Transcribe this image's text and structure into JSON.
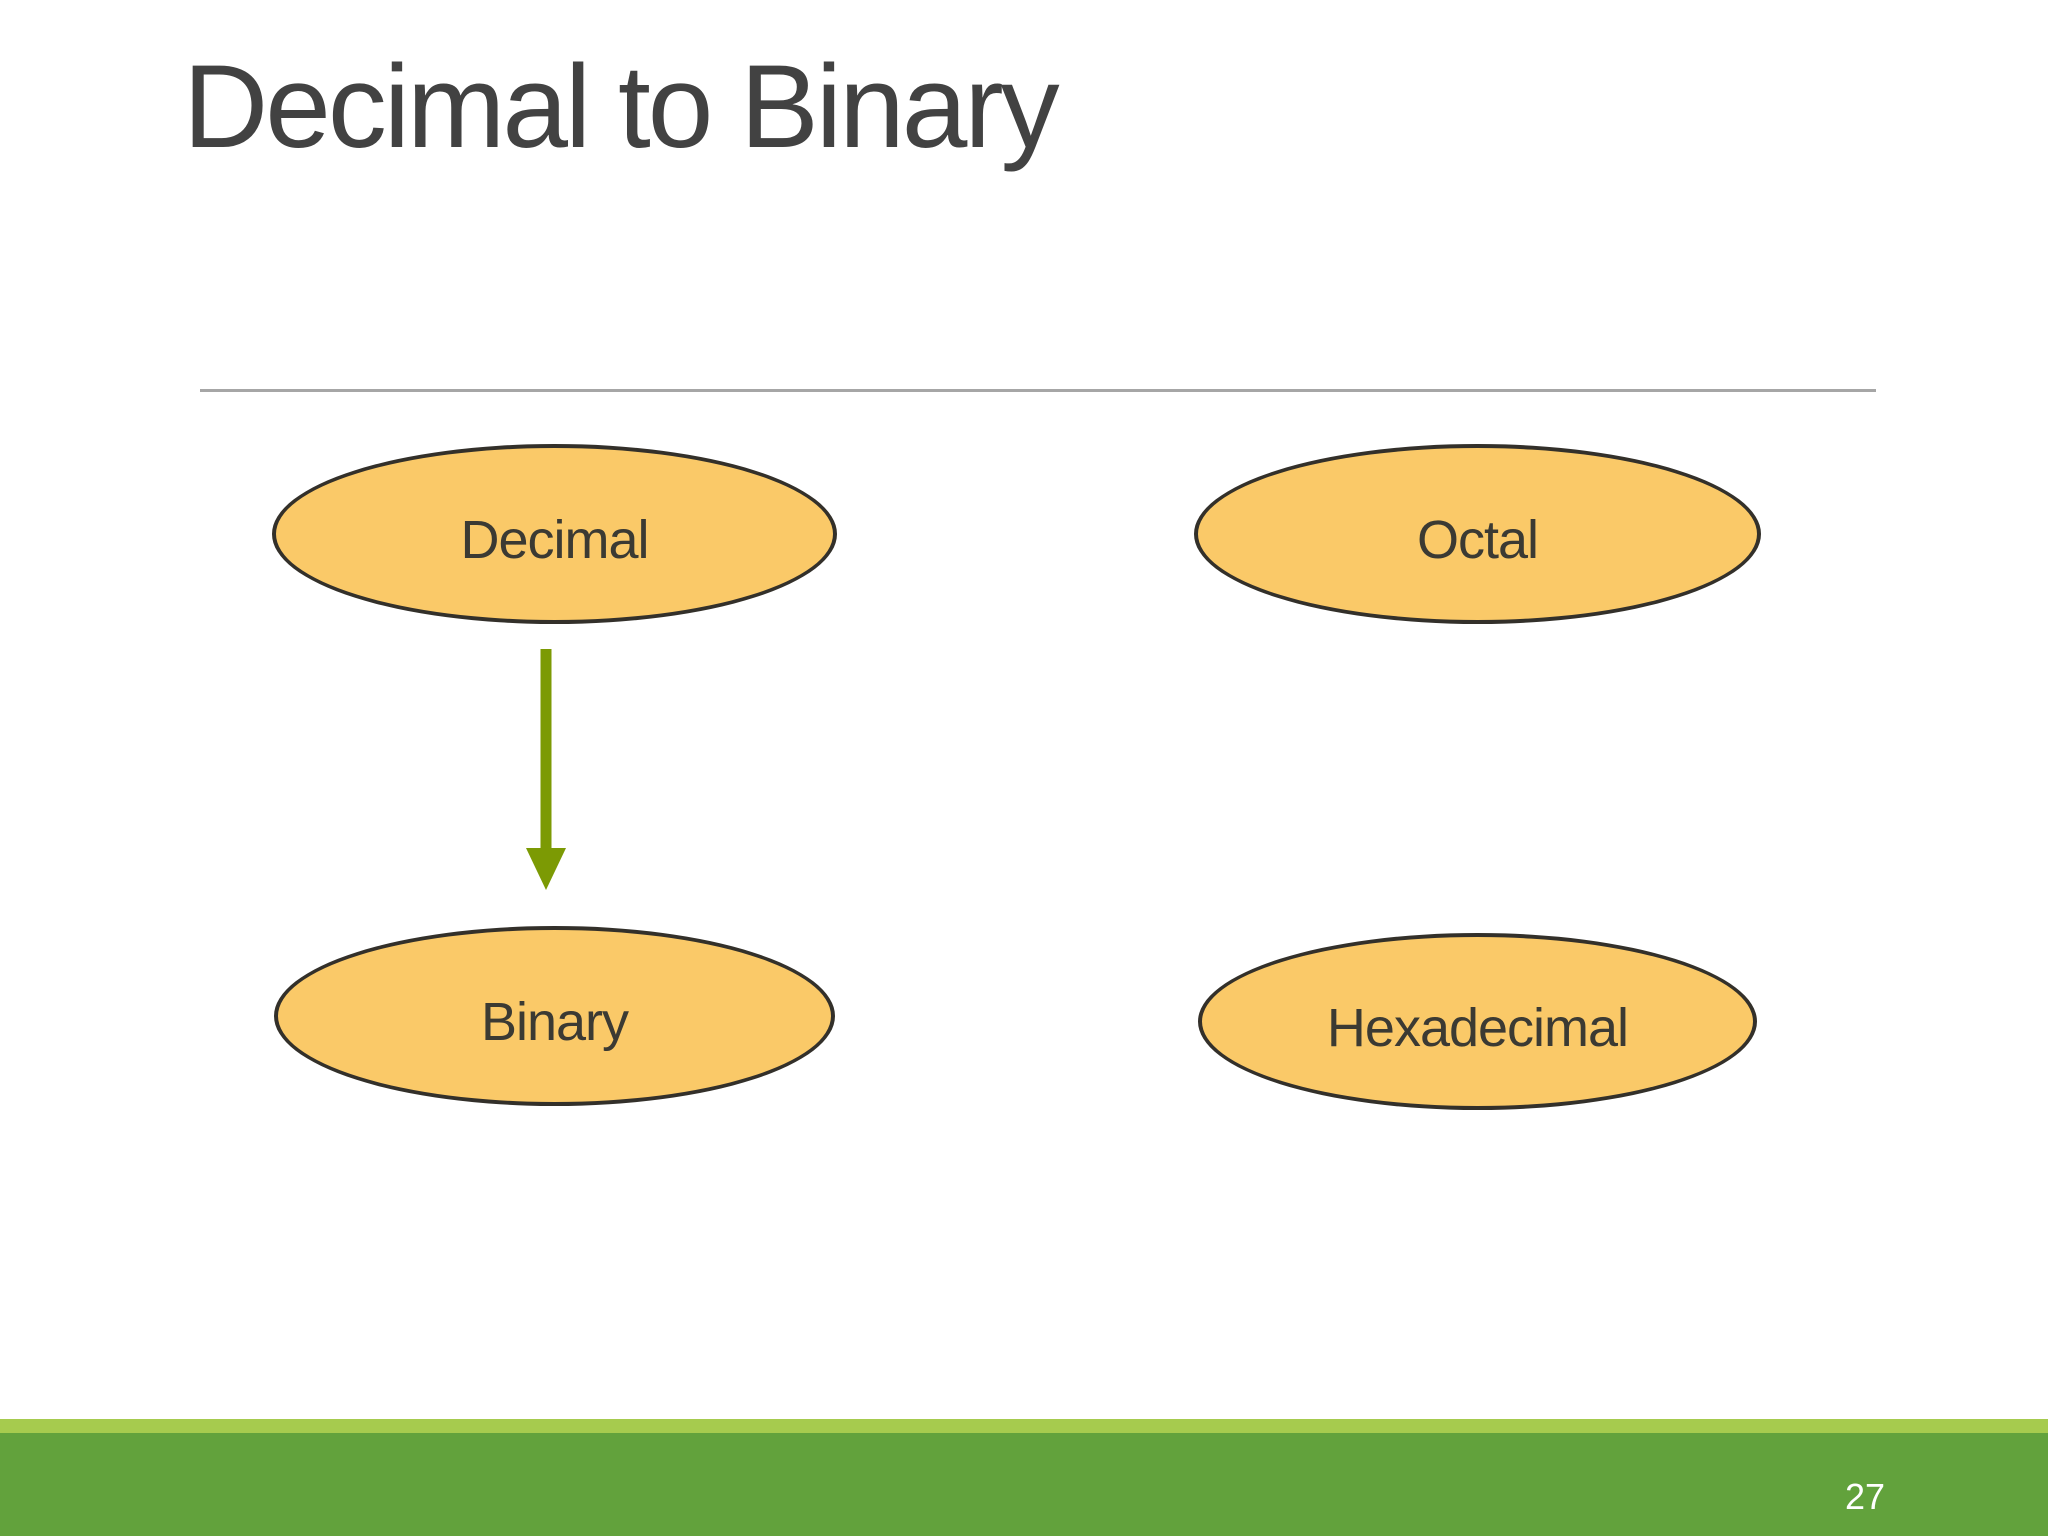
{
  "slide": {
    "title": "Decimal to Binary",
    "page_number": "27",
    "colors": {
      "title_text": "#424242",
      "divider": "#A6A6A6",
      "ellipse_fill": "#FAC968",
      "ellipse_stroke": "#33302A",
      "node_text": "#3B3A33",
      "arrow": "#7C9A04",
      "footer_light_green": "#A6CB4E",
      "footer_dark_green": "#62A23C",
      "page_number_text": "#FFFFFF",
      "slide_bg": "#FFFFFF"
    },
    "diagram": {
      "nodes": [
        {
          "id": "decimal",
          "label": "Decimal"
        },
        {
          "id": "octal",
          "label": "Octal"
        },
        {
          "id": "binary",
          "label": "Binary"
        },
        {
          "id": "hexadecimal",
          "label": "Hexadecimal"
        }
      ],
      "edges": [
        {
          "from": "decimal",
          "to": "binary",
          "direction": "down",
          "color": "#7C9A04"
        }
      ]
    }
  }
}
